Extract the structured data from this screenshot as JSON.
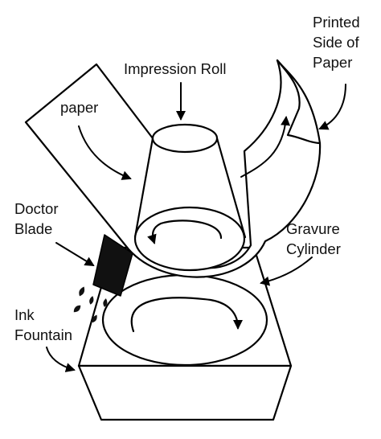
{
  "labels": {
    "impression_roll": "Impression Roll",
    "printed_line1": "Printed",
    "printed_line2": "Side of",
    "printed_line3": "Paper",
    "paper": "paper",
    "doctor_line1": "Doctor",
    "doctor_line2": "Blade",
    "gravure_line1": "Gravure",
    "gravure_line2": "Cylinder",
    "ink_line1": "Ink",
    "ink_line2": "Fountain"
  },
  "colors": {
    "stroke": "#000000",
    "fill": "#ffffff",
    "doctor_blade": "#111111",
    "ink": "#111111"
  }
}
